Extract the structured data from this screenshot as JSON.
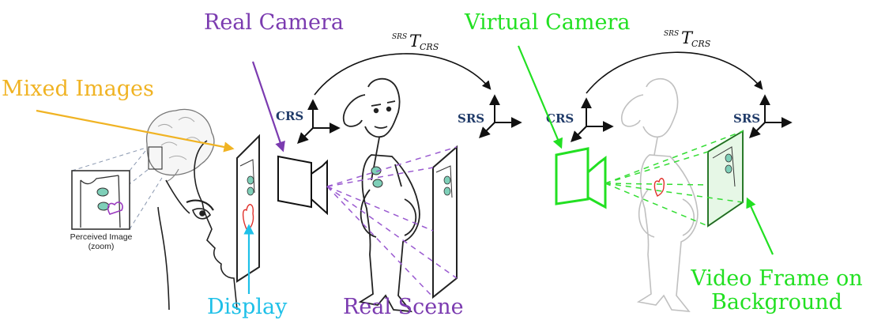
{
  "labels": {
    "mixed_images": "Mixed Images",
    "real_camera": "Real Camera",
    "virtual_camera": "Virtual Camera",
    "display": "Display",
    "real_scene": "Real Scene",
    "video_frame_line1": "Video Frame on",
    "video_frame_line2": "Background",
    "perceived_image_line1": "Perceived Image",
    "perceived_image_line2": "(zoom)"
  },
  "coordinate_systems": {
    "crs": "CRS",
    "srs": "SRS"
  },
  "transform": {
    "superscript": "SRS",
    "symbol": "T",
    "subscript": "CRS"
  },
  "colors": {
    "mixed_images": "#f0b323",
    "real_camera": "#7b3bb0",
    "virtual_camera": "#22e022",
    "display": "#1ec0e8",
    "real_scene": "#7b3bb0",
    "video_frame": "#22e022",
    "cs_label": "#1f3a68",
    "marker_fill": "#7ecfb8"
  }
}
